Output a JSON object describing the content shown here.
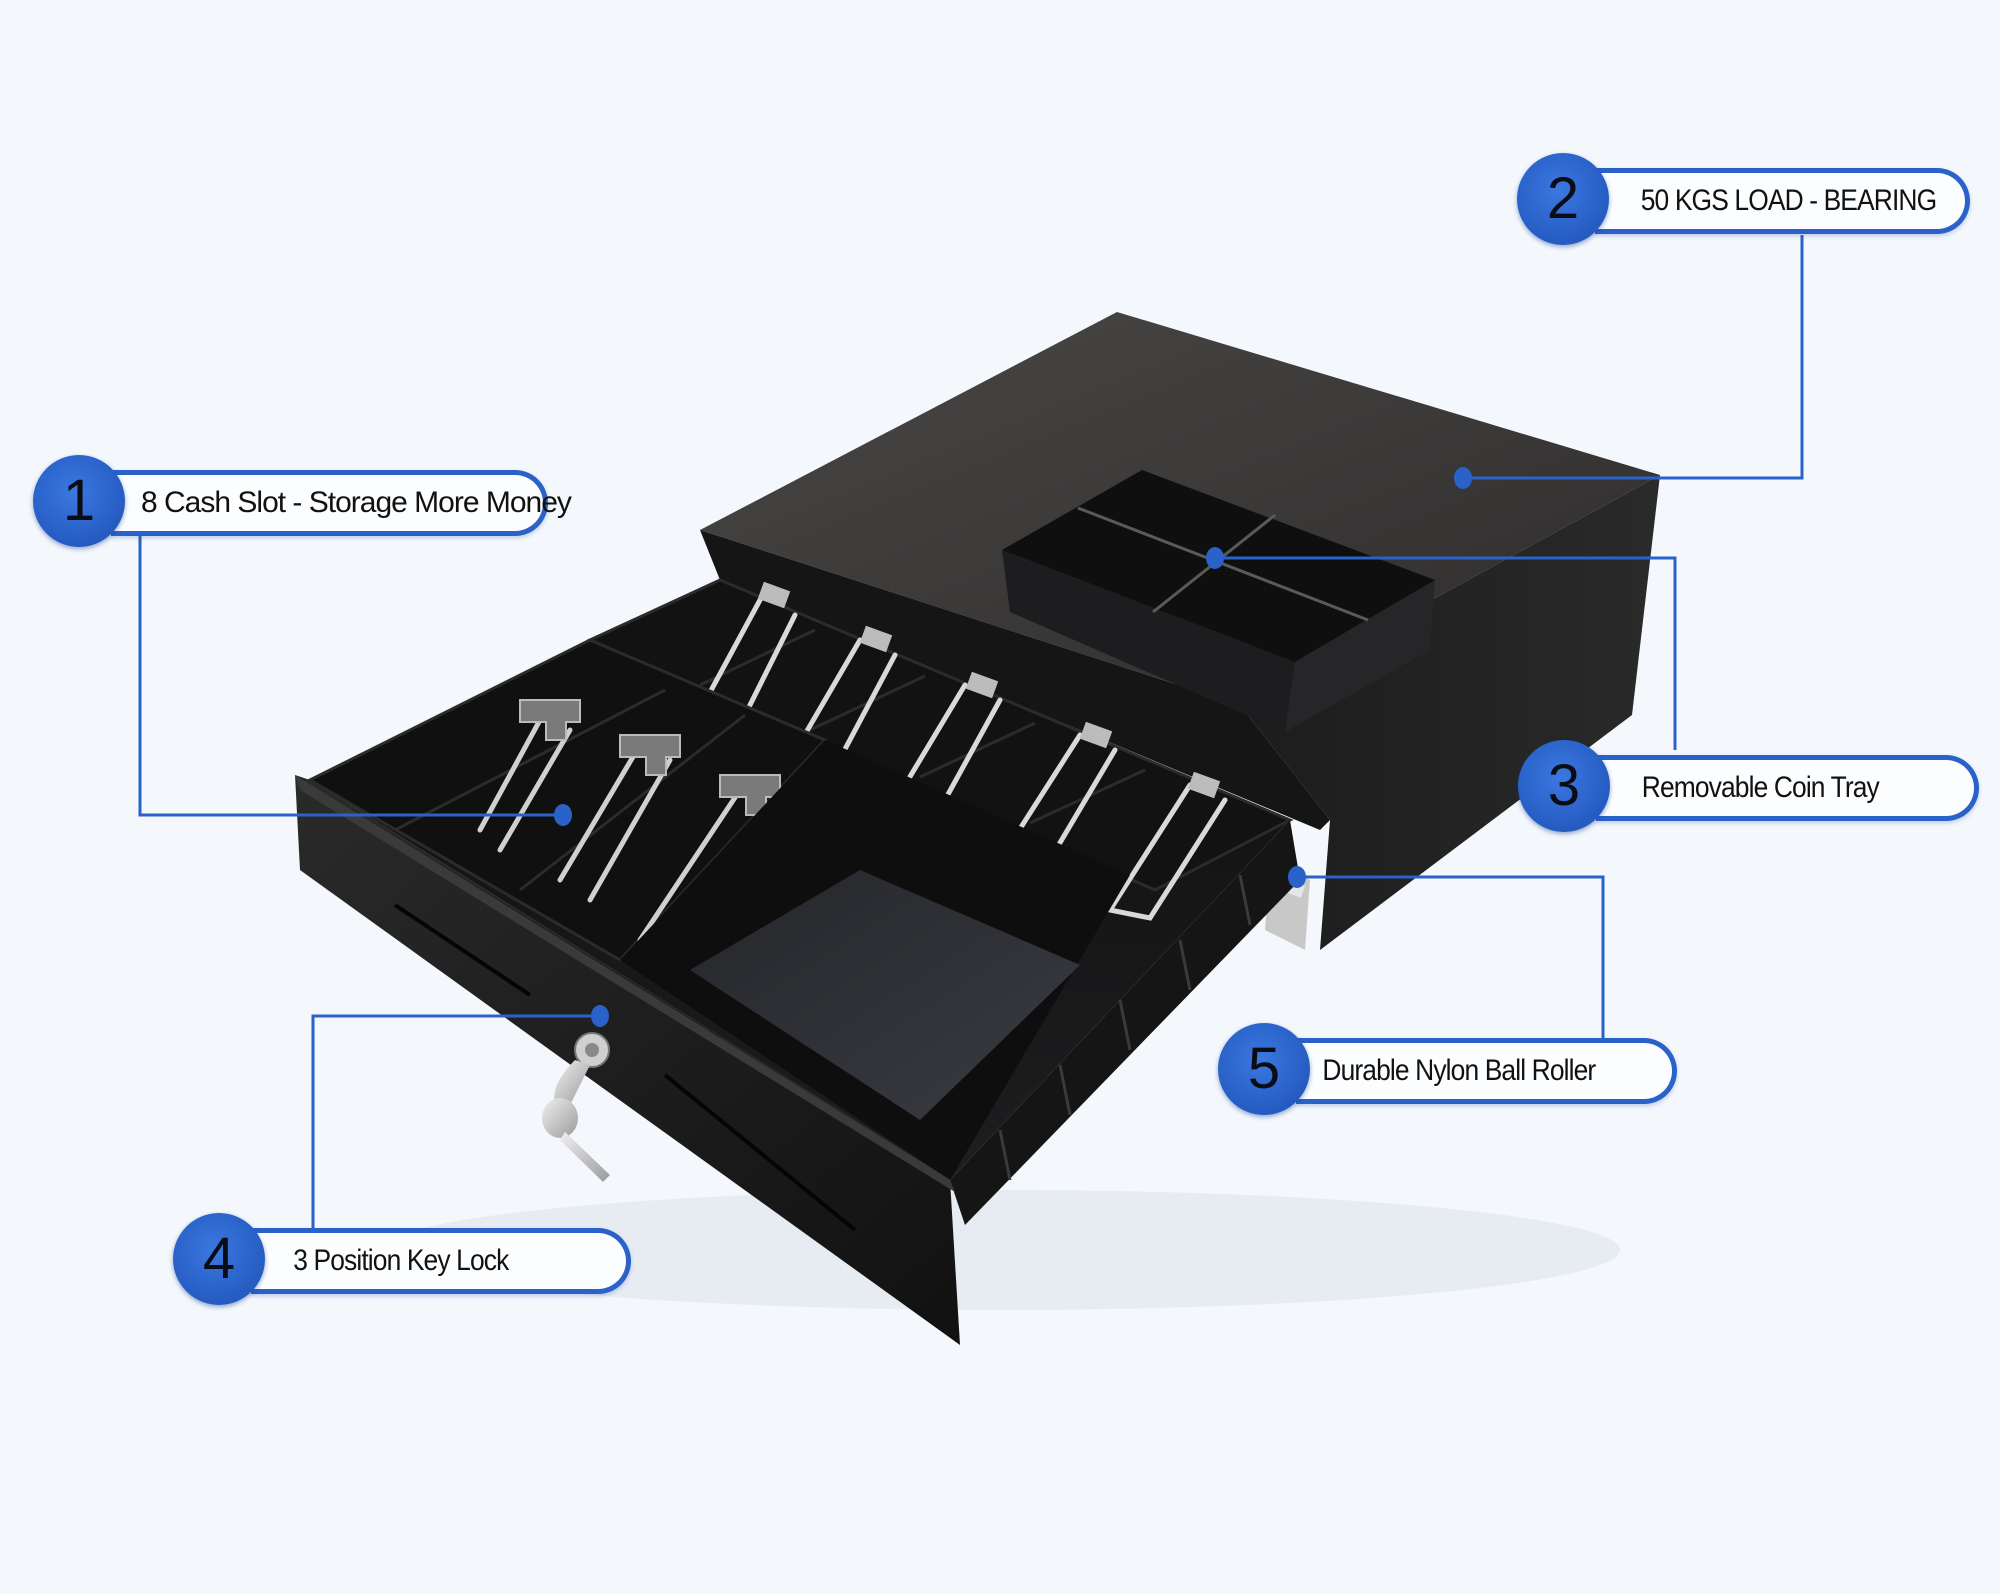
{
  "image": {
    "subject": "Cash register drawer with removable coin tray and key lock",
    "background_color": "#f4f8fc",
    "accent_color": "#2a62c9",
    "product_color": "#1a1a1a"
  },
  "callouts": [
    {
      "number": "1",
      "label": "8 Cash Slot  - Storage More Money",
      "target": "bill slots"
    },
    {
      "number": "2",
      "label": "50 KGS  LOAD - BEARING",
      "target": "top cover"
    },
    {
      "number": "3",
      "label": "Removable  Coin  Tray",
      "target": "coin tray"
    },
    {
      "number": "4",
      "label": "3  Position  Key  Lock",
      "target": "key lock"
    },
    {
      "number": "5",
      "label": "Durable  Nylon  Ball  Roller",
      "target": "side roller rail"
    }
  ]
}
